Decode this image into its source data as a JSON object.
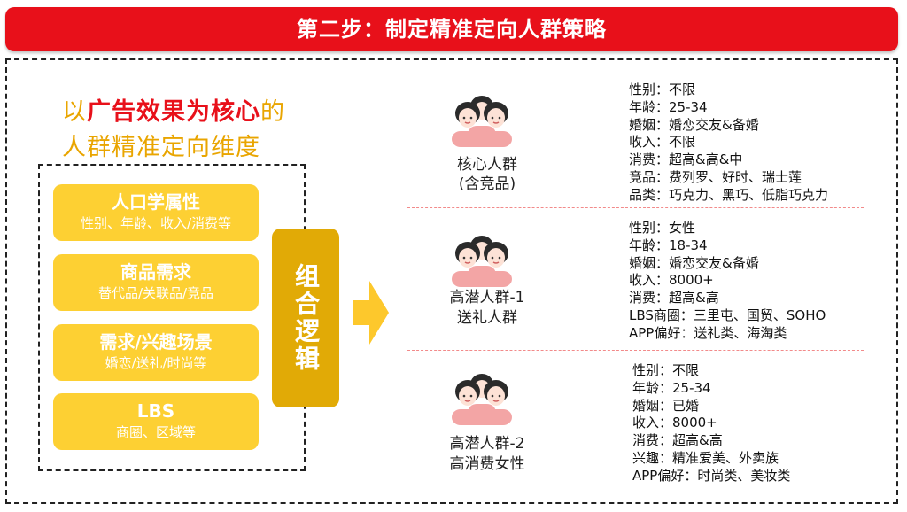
{
  "header": {
    "title": "第二步：制定精准定向人群策略"
  },
  "headline": {
    "line1_prefix": "以",
    "line1_highlight": "广告效果为核心",
    "line1_suffix": "的",
    "line2": "人群精准定向维度"
  },
  "dimensions": [
    {
      "title": "人口学属性",
      "subtitle": "性别、年龄、收入/消费等"
    },
    {
      "title": "商品需求",
      "subtitle": "替代品/关联品/竞品"
    },
    {
      "title": "需求/兴趣场景",
      "subtitle": "婚恋/送礼/时尚等"
    },
    {
      "title": "LBS",
      "subtitle": "商圈、区域等"
    }
  ],
  "combine_label": "组合逻辑",
  "icons": {
    "people": "people-icon",
    "arrow": "arrow-right-icon"
  },
  "colors": {
    "banner": "#e8101a",
    "accent": "#fdd033",
    "combine": "#e1aa06",
    "highlight": "#e8101a",
    "headline": "#e9a500"
  },
  "groups": [
    {
      "name_line1": "核心人群",
      "name_line2": "(含竞品)",
      "attributes": [
        "性别：不限",
        "年龄：25-34",
        "婚姻：婚恋交友&备婚",
        "收入：不限",
        "消费：超高&高&中",
        "竞品：费列罗、好时、瑞士莲",
        "品类：巧克力、黑巧、低脂巧克力"
      ]
    },
    {
      "name_line1": "高潜人群-1",
      "name_line2": "送礼人群",
      "attributes": [
        "性别：女性",
        "年龄：18-34",
        "婚姻：婚恋交友&备婚",
        "收入：8000+",
        "消费：超高&高",
        "LBS商圈：三里屯、国贸、SOHO",
        "APP偏好：送礼类、海淘类"
      ]
    },
    {
      "name_line1": "高潜人群-2",
      "name_line2": "高消费女性",
      "attributes": [
        "性别：不限",
        "年龄：25-34",
        "婚姻：已婚",
        "收入：8000+",
        "消费：超高&高",
        "兴趣：精准爱美、外卖族",
        "APP偏好：时尚类、美妆类"
      ]
    }
  ]
}
